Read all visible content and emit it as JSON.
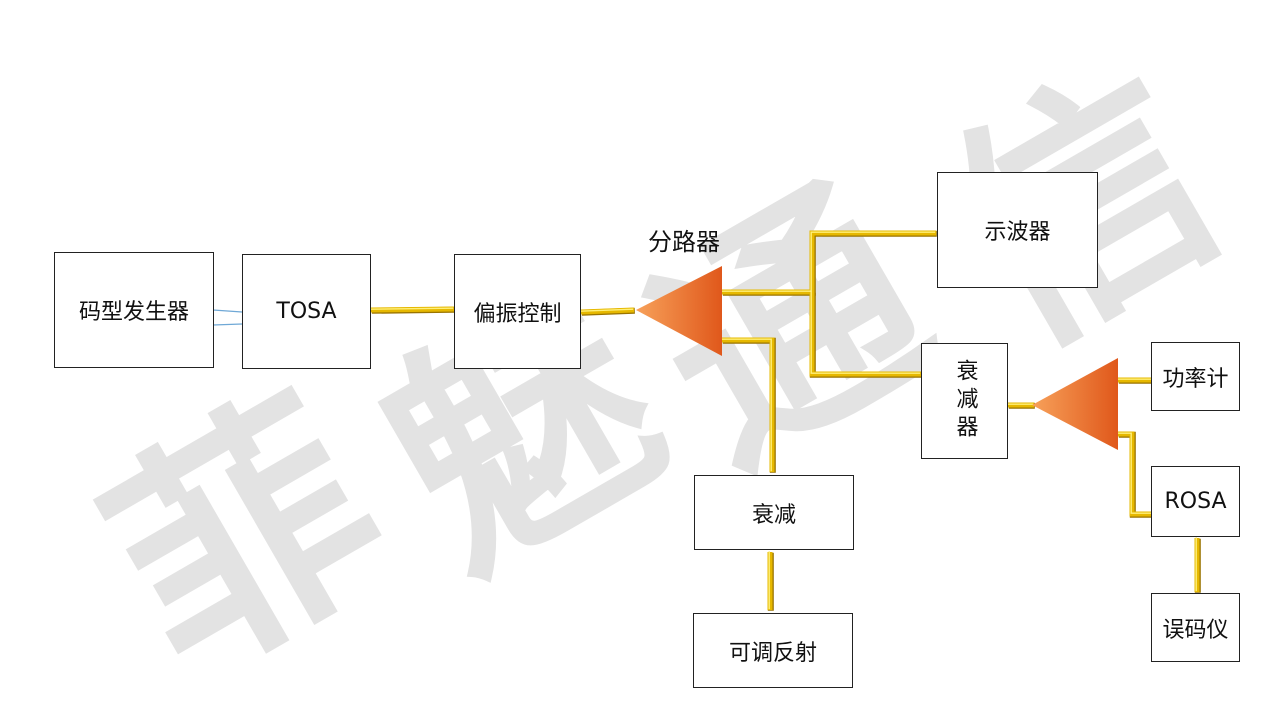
{
  "watermark": [
    "菲",
    "魅",
    "通",
    "信"
  ],
  "colors": {
    "fiber": "#e6b800",
    "fiber_highlight": "#fff07a",
    "fiber_shadow": "#9a7400",
    "splitter_light": "#f7a15a",
    "splitter_dark": "#e0581b",
    "thin_link": "#6fa8d6"
  },
  "blocks": {
    "pattern_generator": "码型发生器",
    "tosa": "TOSA",
    "polarization_control": "偏振控制",
    "splitter_label": "分路器",
    "oscilloscope": "示波器",
    "attenuator_vertical": "衰减器",
    "attenuation": "衰减",
    "adjustable_reflection": "可调反射",
    "power_meter": "功率计",
    "rosa": "ROSA",
    "bert": "误码仪"
  }
}
